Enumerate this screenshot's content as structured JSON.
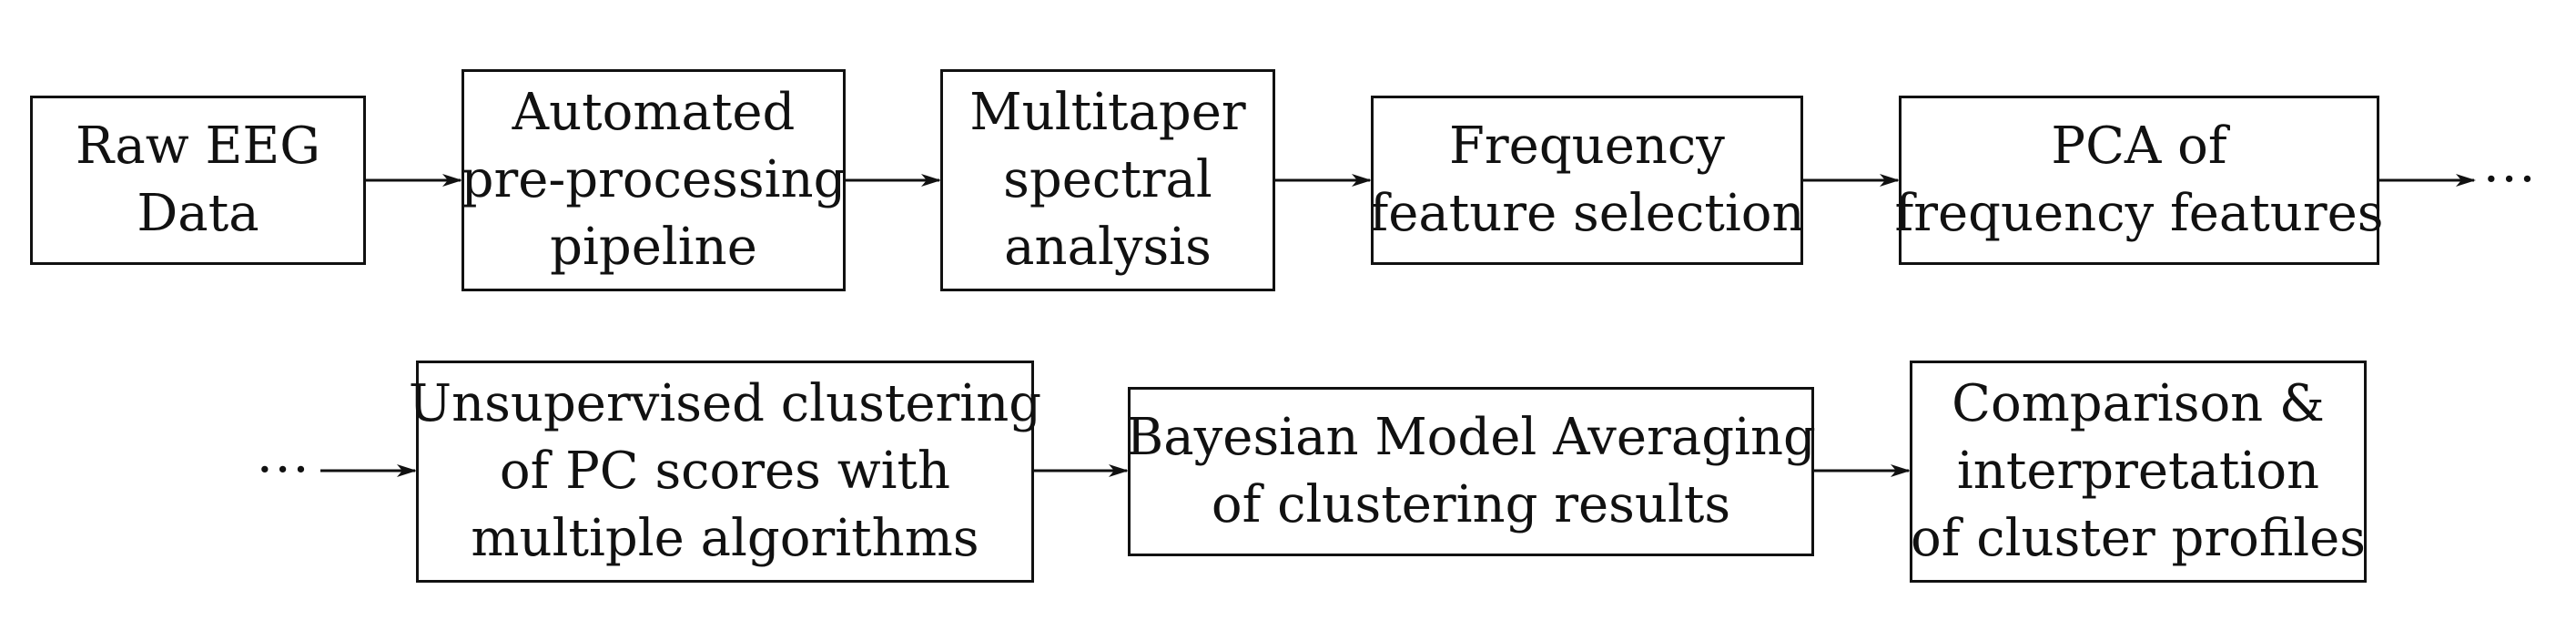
{
  "diagram": {
    "nodes": [
      {
        "id": "raw-eeg-data",
        "lines": [
          "Raw EEG",
          "Data"
        ]
      },
      {
        "id": "automated-preprocessing-pipeline",
        "lines": [
          "Automated",
          "pre-processing",
          "pipeline"
        ]
      },
      {
        "id": "multitaper-spectral-analysis",
        "lines": [
          "Multitaper",
          "spectral",
          "analysis"
        ]
      },
      {
        "id": "frequency-feature-selection",
        "lines": [
          "Frequency",
          "feature selection"
        ]
      },
      {
        "id": "pca-of-frequency-features",
        "lines": [
          "PCA of",
          "frequency features"
        ]
      },
      {
        "id": "unsupervised-clustering",
        "lines": [
          "Unsupervised clustering",
          "of PC scores with",
          "multiple algorithms"
        ]
      },
      {
        "id": "bayesian-model-averaging",
        "lines": [
          "Bayesian Model Averaging",
          "of clustering results"
        ]
      },
      {
        "id": "comparison-interpretation",
        "lines": [
          "Comparison &",
          "interpretation",
          "of cluster profiles"
        ]
      }
    ],
    "continuation": {
      "row1_end": "···",
      "row2_start": "···"
    }
  }
}
